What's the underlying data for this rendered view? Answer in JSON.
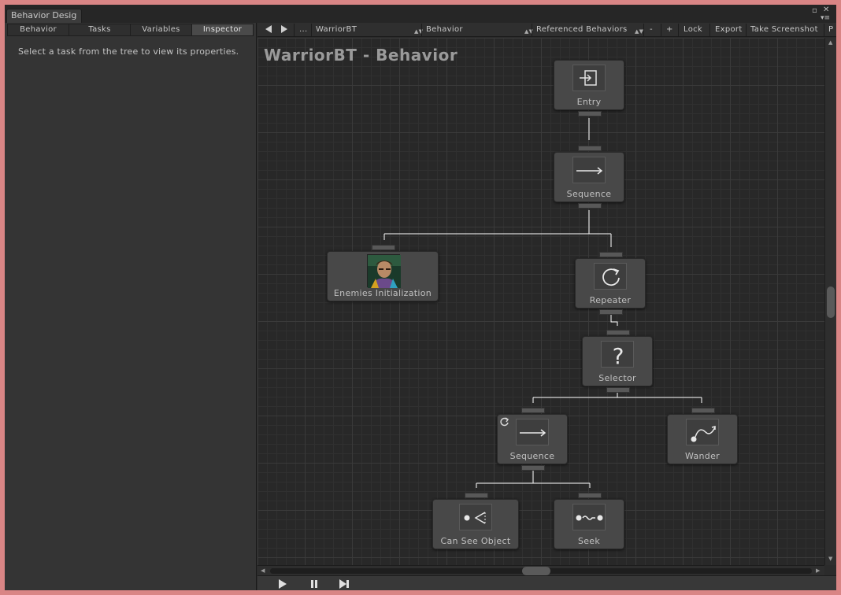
{
  "window": {
    "tab_title": "Behavior Desig"
  },
  "left_panel": {
    "tabs": [
      {
        "label": "Behavior"
      },
      {
        "label": "Tasks"
      },
      {
        "label": "Variables"
      },
      {
        "label": "Inspector",
        "active": true
      }
    ],
    "hint": "Select a task from the tree to view its properties."
  },
  "toolbar": {
    "back_icon": "triangle-left-icon",
    "forward_icon": "triangle-right-icon",
    "more_label": "...",
    "tree_select": "WarriorBT",
    "behavior_select": "Behavior",
    "referenced_select": "Referenced Behaviors",
    "minus_label": "-",
    "plus_label": "+",
    "lock_label": "Lock",
    "export_label": "Export",
    "screenshot_label": "Take Screenshot",
    "truncated_label": "P"
  },
  "graph": {
    "title": "WarriorBT - Behavior",
    "nodes": [
      {
        "id": "entry",
        "label": "Entry",
        "icon": "entry-icon"
      },
      {
        "id": "sequence1",
        "label": "Sequence",
        "icon": "arrow-right-icon"
      },
      {
        "id": "enemies",
        "label": "Enemies Initialization",
        "icon": "character-portrait-icon"
      },
      {
        "id": "repeater",
        "label": "Repeater",
        "icon": "repeat-icon"
      },
      {
        "id": "selector",
        "label": "Selector",
        "icon": "question-mark-icon"
      },
      {
        "id": "sequence2",
        "label": "Sequence",
        "icon": "arrow-right-icon"
      },
      {
        "id": "wander",
        "label": "Wander",
        "icon": "wander-curve-icon"
      },
      {
        "id": "cansee",
        "label": "Can See Object",
        "icon": "eye-cone-icon"
      },
      {
        "id": "seek",
        "label": "Seek",
        "icon": "seek-path-icon"
      }
    ]
  },
  "playback": {
    "play_icon": "play-icon",
    "pause_icon": "pause-icon",
    "step_icon": "step-icon"
  },
  "colors": {
    "frame": "#d98585",
    "canvas": "#282828",
    "node": "#484848",
    "link": "#ffffff"
  }
}
